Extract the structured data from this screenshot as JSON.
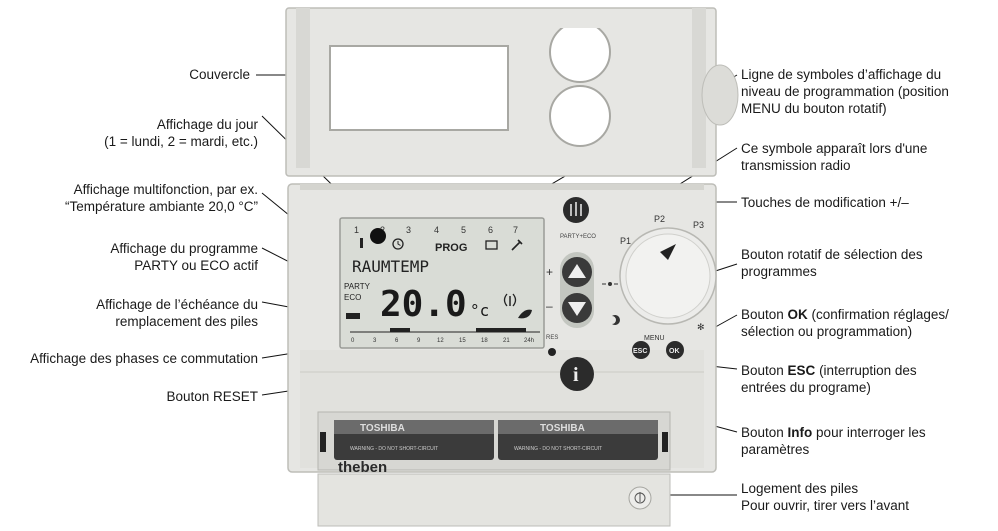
{
  "left_labels": {
    "couvercle": "Couvercle",
    "jour_l1": "Affichage du jour",
    "jour_l2": "(1 = lundi, 2 = mardi, etc.)",
    "multi_l1": "Affichage multifonction, par ex.",
    "multi_l2": "“Température ambiante 20,0 °C”",
    "programme_l1": "Affichage du programme",
    "programme_l2": "PARTY ou ECO actif",
    "piles_l1": "Affichage de l’échéance du",
    "piles_l2": "remplacement des piles",
    "phases": "Affichage des phases ce commutation",
    "reset": "Bouton RESET"
  },
  "right_labels": {
    "ligne_l1": "Ligne de symboles d’affichage du",
    "ligne_l2": "niveau de programmation (position",
    "ligne_l3": "MENU du bouton rotatif)",
    "radio_l1": "Ce symbole apparaît lors d'une",
    "radio_l2": "transmission radio",
    "touches": "Touches de modification +/–",
    "rotatif_l1": "Bouton rotatif de sélection des",
    "rotatif_l2": "programmes",
    "ok_pre": "Bouton ",
    "ok_bold": "OK",
    "ok_post": " (confirmation réglages/",
    "ok_l2": "sélection ou programmation)",
    "esc_pre": "Bouton ",
    "esc_bold": "ESC",
    "esc_post": " (interruption des",
    "esc_l2": "entrées du programe)",
    "info_pre": "Bouton ",
    "info_bold": "Info",
    "info_post": " pour interroger les",
    "info_l2": "paramètres",
    "logement_l1": "Logement des piles",
    "logement_l2": "Pour ouvrir, tirer vers l’avant"
  },
  "device": {
    "brand": "theben",
    "lcd": {
      "days": [
        "1",
        "2",
        "3",
        "4",
        "5",
        "6",
        "7"
      ],
      "prog": "PROG",
      "text_line": "RAUMTEMP",
      "party": "PARTY",
      "eco": "ECO",
      "temperature": "20.0",
      "unit": "°c",
      "hours": [
        "0",
        "3",
        "6",
        "9",
        "12",
        "15",
        "18",
        "21",
        "24h"
      ]
    },
    "party_eco_label": "PARTY+ECO",
    "plus": "+",
    "minus": "–",
    "dial": {
      "p1": "P1",
      "p2": "P2",
      "p3": "P3",
      "menu": "MENU"
    },
    "esc": "ESC",
    "ok": "OK",
    "info": "i",
    "res": "RES",
    "battery_brand": "TOSHIBA",
    "battery_warning": "WARNING - DO NOT SHORT-CIRCUIT"
  },
  "colors": {
    "housing": "#e6e6e3",
    "housing_dark": "#c9c9c5",
    "lcd_bg": "#d9dcd6",
    "button_dark": "#2b2b2b",
    "arrow_button": "#3a3a3a"
  }
}
